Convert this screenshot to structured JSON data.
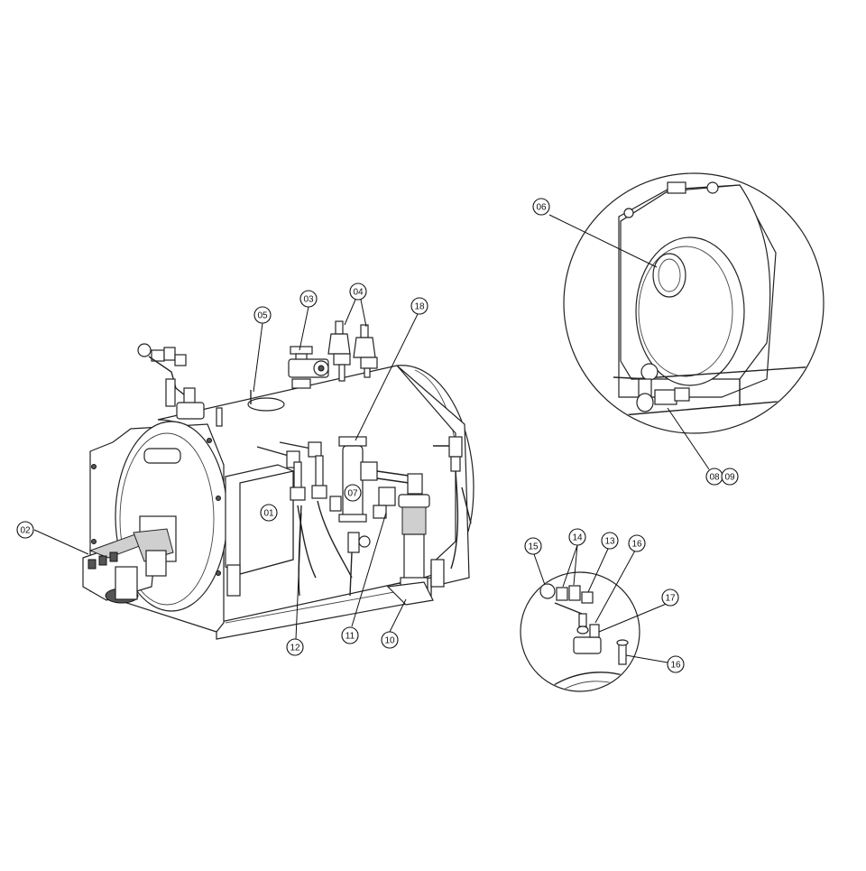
{
  "callouts": [
    {
      "id": "c01",
      "label": "01"
    },
    {
      "id": "c02",
      "label": "02"
    },
    {
      "id": "c03",
      "label": "03"
    },
    {
      "id": "c04",
      "label": "04"
    },
    {
      "id": "c05",
      "label": "05"
    },
    {
      "id": "c06",
      "label": "06"
    },
    {
      "id": "c07",
      "label": "07"
    },
    {
      "id": "c0809",
      "label": "08"
    },
    {
      "id": "c09",
      "label": "09"
    },
    {
      "id": "c10",
      "label": "10"
    },
    {
      "id": "c11",
      "label": "11"
    },
    {
      "id": "c12",
      "label": "12"
    },
    {
      "id": "c13",
      "label": "13"
    },
    {
      "id": "c14",
      "label": "14"
    },
    {
      "id": "c15",
      "label": "15"
    },
    {
      "id": "c16a",
      "label": "16"
    },
    {
      "id": "c16b",
      "label": "16"
    },
    {
      "id": "c17",
      "label": "17"
    },
    {
      "id": "c18",
      "label": "18"
    }
  ]
}
